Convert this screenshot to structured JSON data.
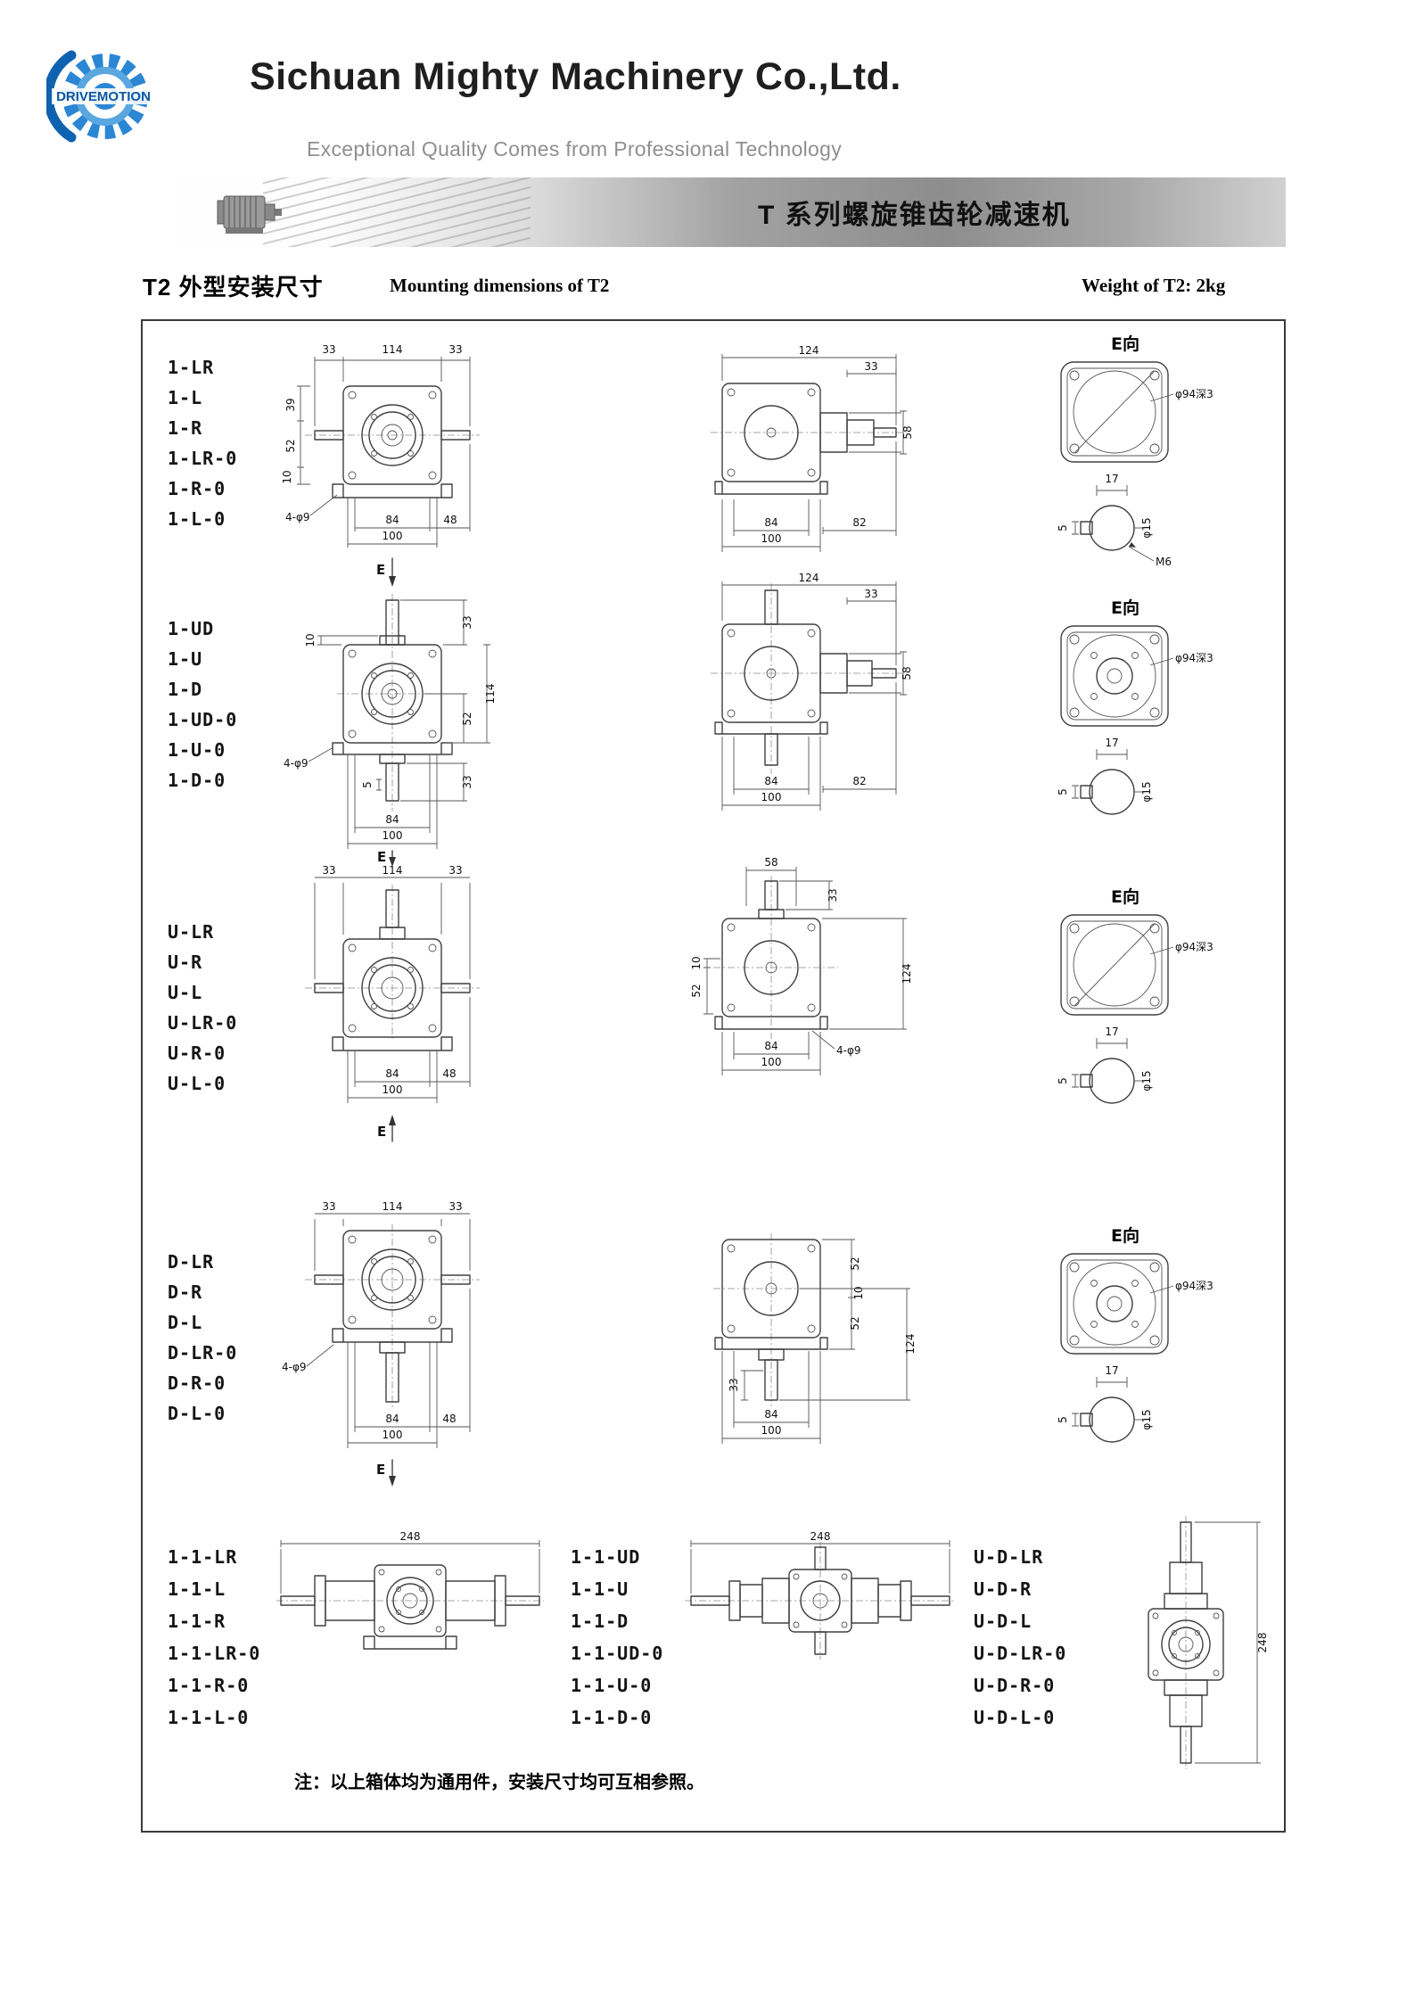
{
  "header": {
    "logo_text": "DRIVEMOTION",
    "company": "Sichuan Mighty Machinery Co.,Ltd.",
    "tagline": "Exceptional Quality Comes from Professional Technology",
    "banner_title": "T 系列螺旋锥齿轮减速机"
  },
  "title": {
    "cn": "T2 外型安装尺寸",
    "en": "Mounting dimensions of T2",
    "weight": "Weight of T2: 2kg"
  },
  "rows": [
    {
      "labels": [
        "1-LR",
        "1-L",
        "1-R",
        "1-LR-0",
        "1-R-0",
        "1-L-0"
      ],
      "front": {
        "t1": "33",
        "t2": "114",
        "t3": "33",
        "l1": "39",
        "l2": "52",
        "l3": "10",
        "hole": "4-φ9",
        "b1": "84",
        "b2": "48",
        "b3": "100",
        "e": "E"
      },
      "side": {
        "t1": "124",
        "t2": "33",
        "r1": "58",
        "b1": "84",
        "b2": "82",
        "b3": "100"
      },
      "eview": {
        "title": "E向",
        "recess": "φ94深3",
        "w": "17",
        "shaft": "φ15",
        "key": "5",
        "thread": "M6"
      }
    },
    {
      "labels": [
        "1-UD",
        "1-U",
        "1-D",
        "1-UD-0",
        "1-U-0",
        "1-D-0"
      ],
      "front": {
        "r1": "33",
        "r2": "114",
        "r3": "52",
        "r4": "33",
        "l1": "10",
        "key": "5",
        "hole": "4-φ9",
        "b1": "84",
        "b3": "100",
        "e": "E"
      },
      "side": {
        "t1": "124",
        "t2": "33",
        "r1": "58",
        "b1": "84",
        "b2": "82",
        "b3": "100"
      },
      "eview": {
        "title": "E向",
        "recess": "φ94深3",
        "w": "17",
        "shaft": "φ15",
        "key": "5"
      }
    },
    {
      "labels": [
        "U-LR",
        "U-R",
        "U-L",
        "U-LR-0",
        "U-R-0",
        "U-L-0"
      ],
      "front": {
        "t1": "33",
        "t2": "114",
        "t3": "33",
        "b1": "84",
        "b2": "48",
        "b3": "100",
        "e": "E"
      },
      "side": {
        "t1": "58",
        "r1": "33",
        "r2": "124",
        "l1": "10",
        "l2": "52",
        "b1": "84",
        "hole": "4-φ9",
        "b3": "100"
      },
      "eview": {
        "title": "E向",
        "recess": "φ94深3",
        "w": "17",
        "shaft": "φ15",
        "key": "5"
      }
    },
    {
      "labels": [
        "D-LR",
        "D-R",
        "D-L",
        "D-LR-0",
        "D-R-0",
        "D-L-0"
      ],
      "front": {
        "t1": "33",
        "t2": "114",
        "t3": "33",
        "hole": "4-φ9",
        "b1": "84",
        "b2": "48",
        "b3": "100",
        "e": "E"
      },
      "side": {
        "r1": "52",
        "r2": "10",
        "r3": "52",
        "r4": "124",
        "l1": "33",
        "b1": "84",
        "b3": "100"
      },
      "eview": {
        "title": "E向",
        "recess": "φ94深3",
        "w": "17",
        "shaft": "φ15",
        "key": "5"
      }
    }
  ],
  "row5": {
    "groups": [
      {
        "labels": [
          "1-1-LR",
          "1-1-L",
          "1-1-R",
          "1-1-LR-0",
          "1-1-R-0",
          "1-1-L-0"
        ],
        "dim": "248"
      },
      {
        "labels": [
          "1-1-UD",
          "1-1-U",
          "1-1-D",
          "1-1-UD-0",
          "1-1-U-0",
          "1-1-D-0"
        ],
        "dim": "248"
      },
      {
        "labels": [
          "U-D-LR",
          "U-D-R",
          "U-D-L",
          "U-D-LR-0",
          "U-D-R-0",
          "U-D-L-0"
        ],
        "dim": "248"
      }
    ]
  },
  "note": "注：以上箱体均为通用件，安装尺寸均可互相参照。"
}
